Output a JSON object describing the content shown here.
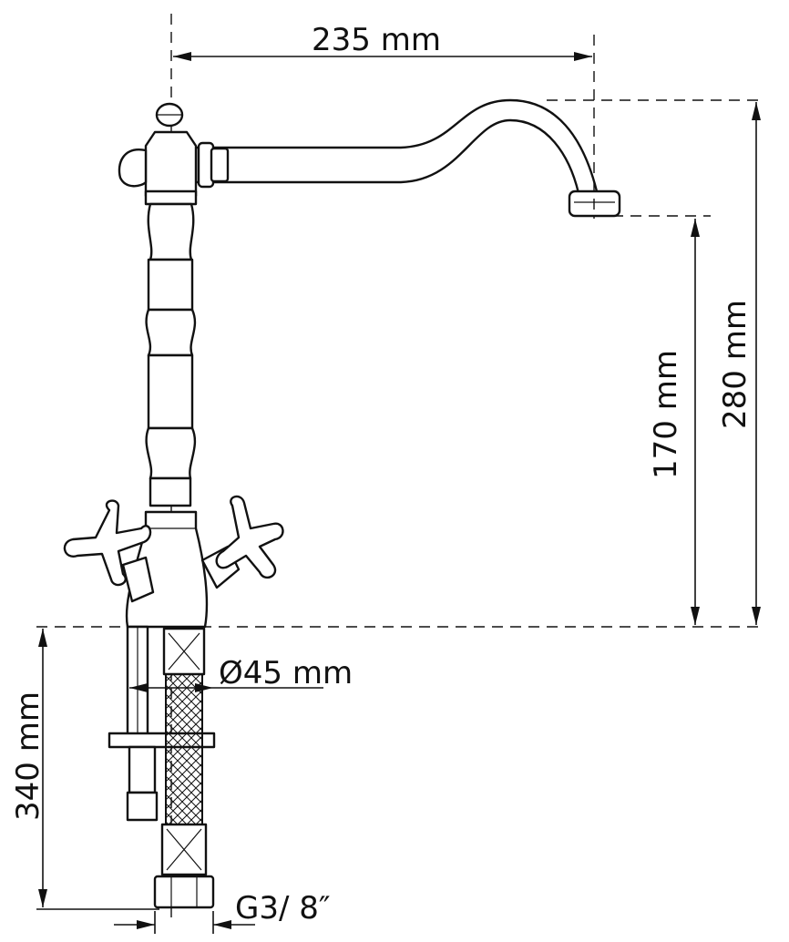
{
  "diagram": {
    "subject": "faucet",
    "dimensions": {
      "spout_reach": "235 mm",
      "total_height": "280 mm",
      "spout_height": "170 mm",
      "hose_length": "340 mm",
      "base_diameter": "Ø45 mm",
      "connection_thread": "G3/ 8″"
    }
  }
}
